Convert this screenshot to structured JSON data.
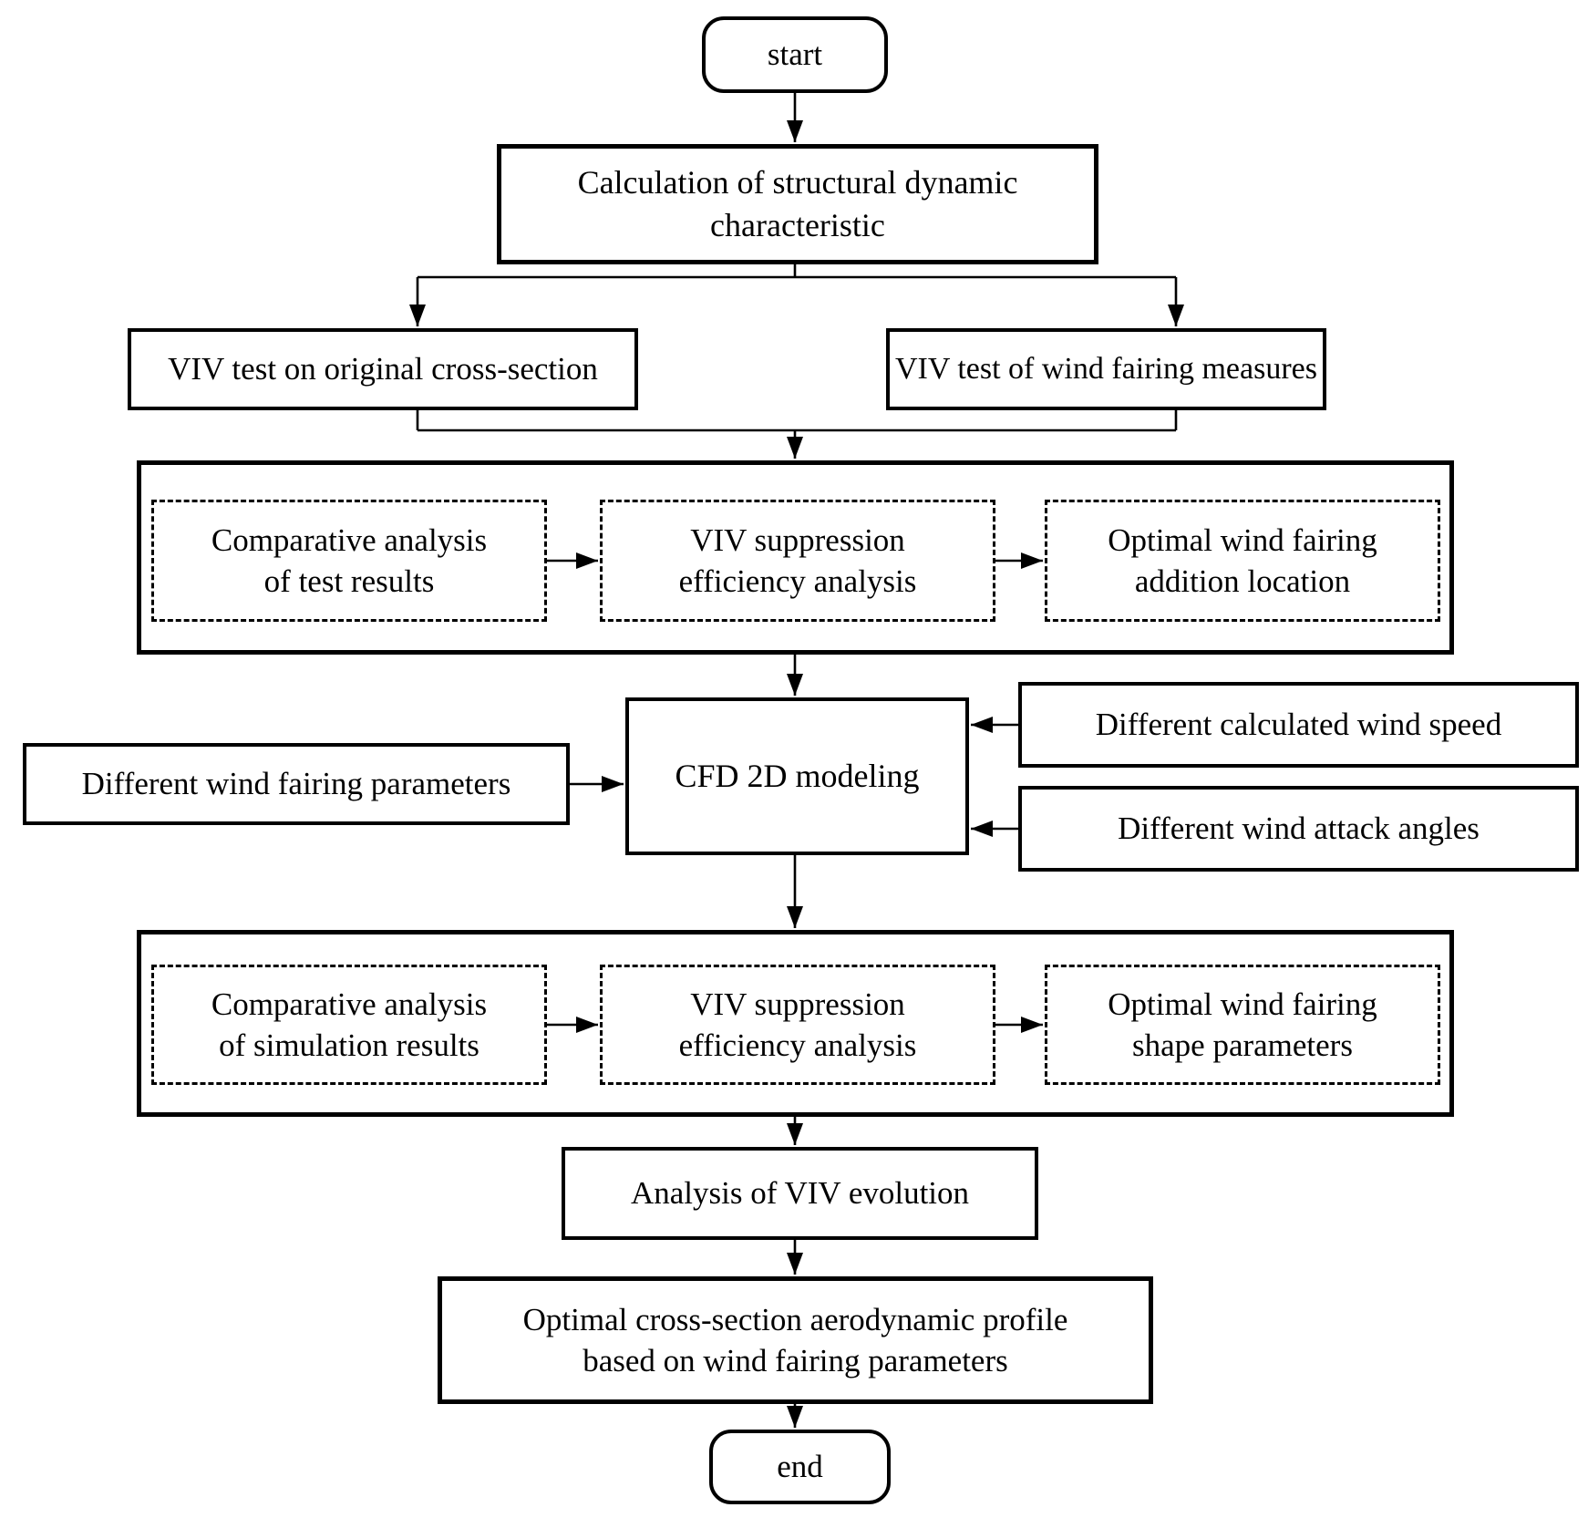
{
  "diagram": {
    "background": "#ffffff",
    "line_color": "#000000",
    "nodes": {
      "start": "start",
      "calculation": "Calculation of structural dynamic\ncharacteristic",
      "viv_test_original": "VIV test on original cross-section",
      "viv_test_fairing": "VIV test of wind fairing measures",
      "comparative_test": "Comparative analysis\nof test results",
      "viv_efficiency_1": "VIV suppression\nefficiency analysis",
      "optimal_location": "Optimal wind fairing\naddition location",
      "wind_fairing_parameters": "Different wind fairing parameters",
      "cfd_modeling": "CFD 2D modeling",
      "wind_speed": "Different calculated wind speed",
      "attack_angles": "Different wind attack angles",
      "comparative_simulation": "Comparative analysis\nof simulation results",
      "viv_efficiency_2": "VIV suppression\nefficiency analysis",
      "optimal_shape": "Optimal wind fairing\nshape parameters",
      "viv_evolution": "Analysis of VIV evolution",
      "optimal_profile": "Optimal cross-section aerodynamic profile\nbased on wind fairing parameters",
      "end": "end"
    }
  }
}
